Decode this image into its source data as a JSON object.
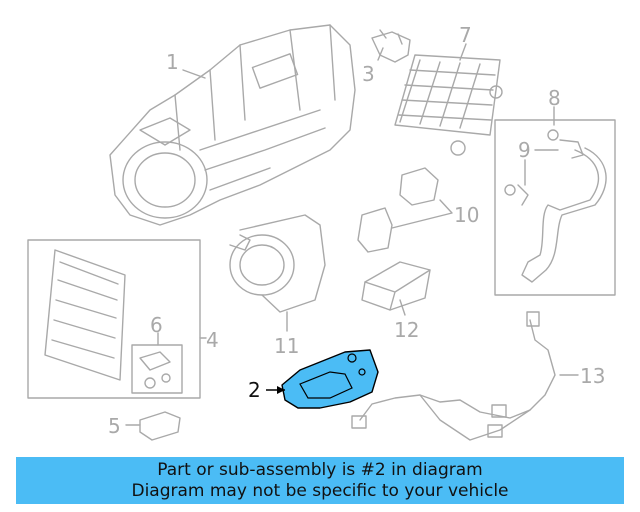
{
  "callouts": {
    "c1": "1",
    "c2": "2",
    "c3": "3",
    "c4": "4",
    "c5": "5",
    "c6": "6",
    "c7": "7",
    "c8": "8",
    "c9": "9",
    "c10": "10",
    "c11": "11",
    "c12": "12",
    "c13": "13"
  },
  "banner": {
    "line1": "Part or sub-assembly is #2 in diagram",
    "line2": "Diagram may not be specific to your vehicle"
  },
  "colors": {
    "highlight": "#4bbcf5",
    "linework": "#a9a9a9",
    "banner_bg": "#4bbcf5"
  }
}
